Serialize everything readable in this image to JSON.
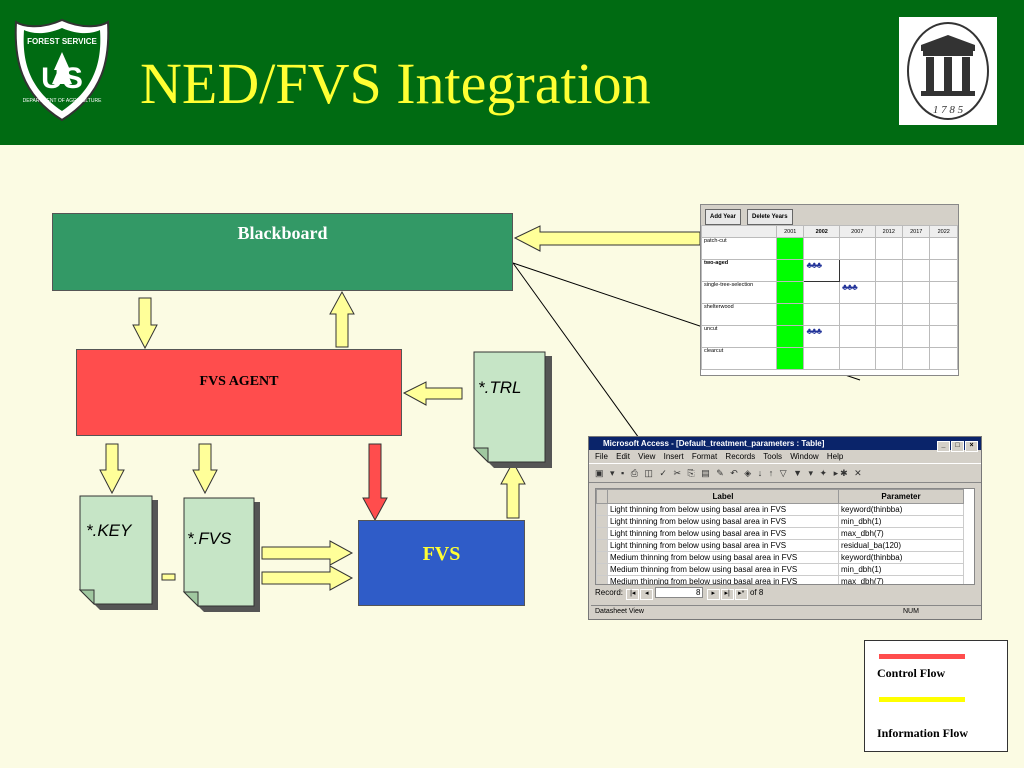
{
  "header": {
    "title": "NED/FVS Integration",
    "us_logo": {
      "top_text": "FOREST SERVICE",
      "letters": "US",
      "bottom_text": "DEPARTMENT OF AGRICULTURE"
    },
    "uga_logo": {
      "year": "1 7 8 5"
    }
  },
  "diagram": {
    "blackboard_label": "Blackboard",
    "agent_label": "FVS  AGENT",
    "fvs_label": "FVS",
    "trl_file": "*.TRL",
    "key_file": "*.KEY",
    "fvs_file": "*.FVS",
    "colors": {
      "control_flow": "#ff4d4d",
      "information_flow": "#ffff99",
      "blackboard": "#339966",
      "agent": "#ff4d4d",
      "fvs": "#2f5cc8",
      "file": "#c6e5c6"
    }
  },
  "timeline_screenshot": {
    "buttons": [
      "Add Year",
      "Delete Years"
    ],
    "years": [
      "2001",
      "2002",
      "2007",
      "2012",
      "2017",
      "2022"
    ],
    "rows": [
      "patch-cut",
      "two-aged",
      "single-tree-selection",
      "shelterwood",
      "uncut",
      "clearcut"
    ]
  },
  "access_screenshot": {
    "window_title": "Microsoft Access - [Default_treatment_parameters : Table]",
    "menu": [
      "File",
      "Edit",
      "View",
      "Insert",
      "Format",
      "Records",
      "Tools",
      "Window",
      "Help"
    ],
    "columns": [
      "Label",
      "Parameter"
    ],
    "rows": [
      {
        "label": "Light thinning from below using basal area in FVS",
        "param": "keyword(thinbba)"
      },
      {
        "label": "Light thinning from below using basal area in FVS",
        "param": "min_dbh(1)"
      },
      {
        "label": "Light thinning from below using basal area in FVS",
        "param": "max_dbh(7)"
      },
      {
        "label": "Light thinning from below using basal area in FVS",
        "param": "residual_ba(120)"
      },
      {
        "label": "Medium thinning from below using basal area in FVS",
        "param": "keyword(thinbba)"
      },
      {
        "label": "Medium thinning from below using basal area in FVS",
        "param": "min_dbh(1)"
      },
      {
        "label": "Medium thinning from below using basal area in FVS",
        "param": "max_dbh(7)"
      }
    ],
    "record_label": "Record:",
    "record_current": "8",
    "record_of": "of  8",
    "status_left": "Datasheet View",
    "status_num": "NUM"
  },
  "legend": {
    "control_flow": "Control Flow",
    "information_flow": "Information Flow"
  }
}
